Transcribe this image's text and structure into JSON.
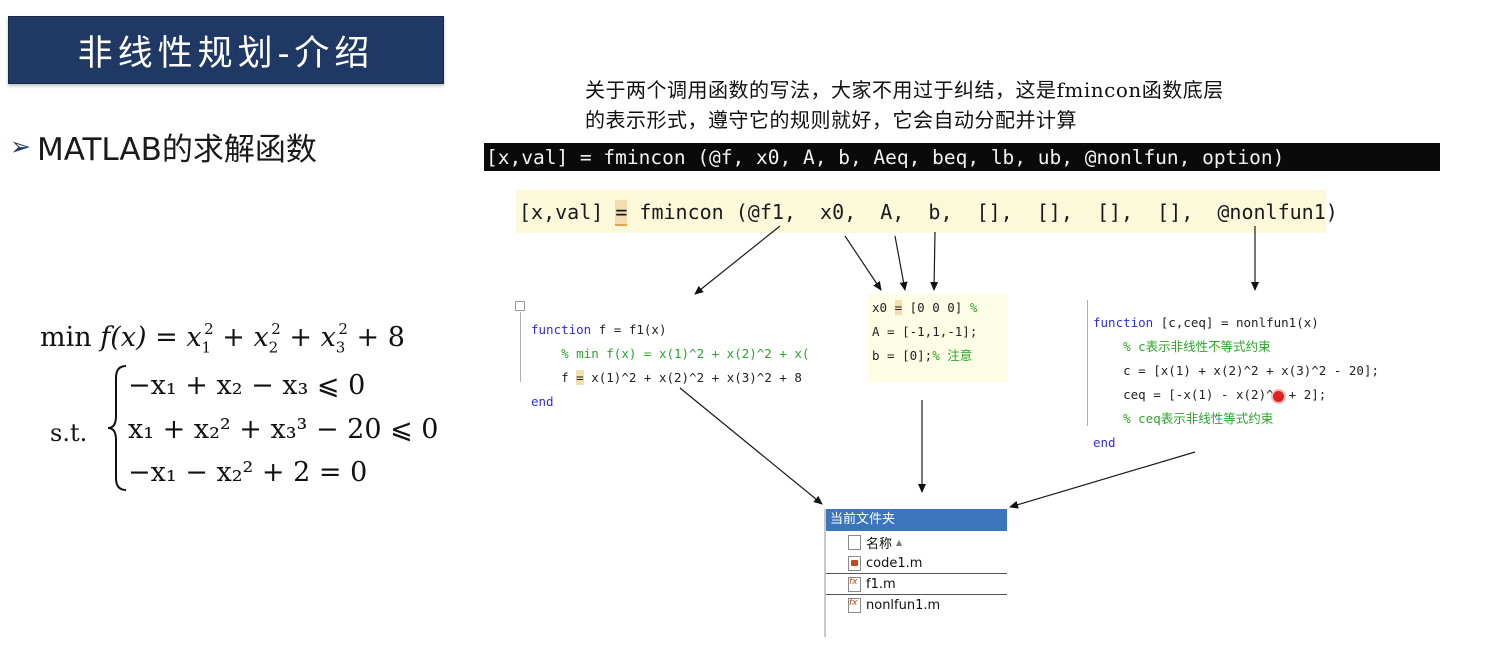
{
  "title": "非线性规划-介绍",
  "bullet": {
    "marker": "➢",
    "text": "MATLAB的求解函数"
  },
  "math": {
    "objective": {
      "op": "min",
      "f": "f(x) = ",
      "x1": "x",
      "s1": "1",
      "p1": "2",
      "x2": "x",
      "s2": "2",
      "p2": "2",
      "x3": "x",
      "s3": "3",
      "p3": "2",
      "tail": "+ 8"
    },
    "st_label": "s.t.",
    "constraints": [
      "−x₁ + x₂ − x₃ ⩽ 0",
      "x₁ + x₂² + x₃³ − 20 ⩽ 0",
      "−x₁ − x₂² + 2 = 0"
    ]
  },
  "note": {
    "line1": "关于两个调用函数的写法，大家不用过于纠结，这是fmincon函数底层",
    "line2": "的表示形式，遵守它的规则就好，它会自动分配并计算"
  },
  "signature": "[x,val] = fmincon (@f, x0, A, b, Aeq, beq, lb, ub, @nonlfun, option)",
  "call": {
    "pre": "[x,val] ",
    "eq": "=",
    "post": " fmincon (@f1,  x0,  A,  b,  [],  [],  [],  [],  @nonlfun1)"
  },
  "code_f1": {
    "line1_kw": "function",
    "line1_rest": " f = f1(x)",
    "line2": "% min f(x) = x(1)^2 + x(2)^2 + x(",
    "line3_pre": "f ",
    "line3_eq": "=",
    "line3_rest": " x(1)^2 + x(2)^2 + x(3)^2 + 8",
    "end": "end"
  },
  "code_mid": {
    "line1_pre": "x0 ",
    "line1_eq": "=",
    "line1_rest": " [0 0 0] ",
    "line1_cm": "%",
    "line2": "A = [-1,1,-1];",
    "line3_code": "b = [0];",
    "line3_cm": "% 注意"
  },
  "code_nonl": {
    "line1_kw": "function",
    "line1_rest": " [c,ceq] = nonlfun1(x)",
    "line2": "% c表示非线性不等式约束",
    "line3": "c = [x(1) + x(2)^2 + x(3)^2 - 20];",
    "line4": "ceq = [-x(1) - x(2)^2 + 2];",
    "line5": "% ceq表示非线性等式约束",
    "end": "end"
  },
  "file_panel": {
    "header": "当前文件夹",
    "column": "名称",
    "sort_glyph": "▲",
    "files": [
      {
        "name": "code1.m",
        "icon": "m-script-icon"
      },
      {
        "name": "f1.m",
        "icon": "m-function-icon"
      },
      {
        "name": "nonlfun1.m",
        "icon": "m-function-icon"
      }
    ]
  },
  "colors": {
    "banner": "#1f3864",
    "keyword": "#2f2fd6",
    "comment": "#2aa52a",
    "panel_header": "#3c75bb"
  }
}
